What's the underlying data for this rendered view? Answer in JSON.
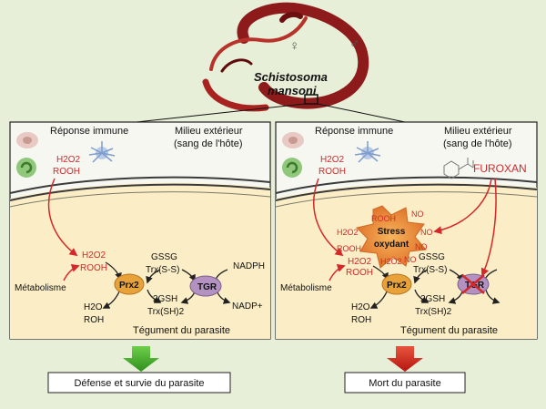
{
  "organism": {
    "name_line1": "Schistosoma",
    "name_line2": "mansoni",
    "female_symbol": "♀",
    "male_symbol": "♂"
  },
  "panels": [
    {
      "immune_label": "Réponse immune",
      "env_label_line1": "Milieu extérieur",
      "env_label_line2": "(sang de l'hôte)",
      "ros_top_line1": "H2O2",
      "ros_top_line2": "ROOH",
      "ros_mid_line1": "H2O2",
      "ros_mid_line2": "ROOH",
      "metabolism_label": "Métabolisme",
      "products_line1": "H2O",
      "products_line2": "ROH",
      "prx2_label": "Prx2",
      "tgr_label": "TGR",
      "gssg_label": "GSSG",
      "trx_ss_label": "Trx(S-S)",
      "gsh_label": "2GSH",
      "trx_sh_label": "Trx(SH)2",
      "nadph_label": "NADPH",
      "nadp_label": "NADP+",
      "tegument_label": "Tégument du parasite",
      "outcome_label": "Défense et survie du parasite",
      "arrow_color": "#3ea62a"
    },
    {
      "immune_label": "Réponse immune",
      "env_label_line1": "Milieu extérieur",
      "env_label_line2": "(sang de l'hôte)",
      "ros_top_line1": "H2O2",
      "ros_top_line2": "ROOH",
      "ros_mid_line1": "H2O2",
      "ros_mid_line2": "ROOH",
      "metabolism_label": "Métabolisme",
      "products_line1": "H2O",
      "products_line2": "ROH",
      "prx2_label": "Prx2",
      "tgr_label": "TGR",
      "gssg_label": "GSSG",
      "trx_ss_label": "Trx(S-S)",
      "gsh_label": "2GSH",
      "trx_sh_label": "Trx(SH)2",
      "tegument_label": "Tégument du parasite",
      "drug_label": "FUROXAN",
      "stress_line1": "Stress",
      "stress_line2": "oxydant",
      "no_labels": [
        "NO",
        "NO",
        "NO",
        "NO"
      ],
      "stress_ros": [
        "ROOH",
        "H2O2",
        "ROOH",
        "H2O2"
      ],
      "outcome_label": "Mort du parasite",
      "arrow_color": "#d8281c"
    }
  ],
  "colors": {
    "tegument_fill": "#fbeec6",
    "panel_background": "#f7f7f2",
    "ros_text": "#d4282a",
    "enzyme_fill": "#e8a23a",
    "tgr_fill": "#b392c2",
    "worm": "#8e1b1b"
  }
}
